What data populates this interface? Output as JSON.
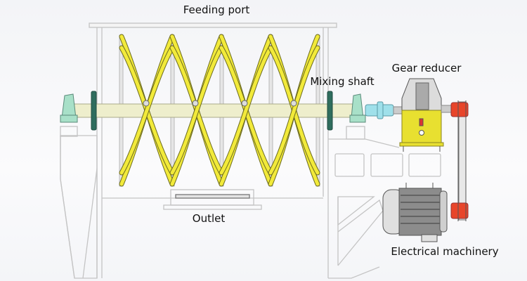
{
  "labels": {
    "feeding_port": "Feeding port",
    "mixing_shaft": "Mixing shaft",
    "gear_reducer": "Gear reducer",
    "outlet": "Outlet",
    "electrical_machinery": "Electrical machinery"
  },
  "colors": {
    "ribbon": "#f2ea3a",
    "shaft": "#eeeecc",
    "bearing": "#a8e0c8",
    "flange": "#2f6d5e",
    "coupling": "#9fe0ea",
    "gear_reducer": "#e8e030",
    "pulley": "#e8452a",
    "frame": "#c8c8c8"
  }
}
